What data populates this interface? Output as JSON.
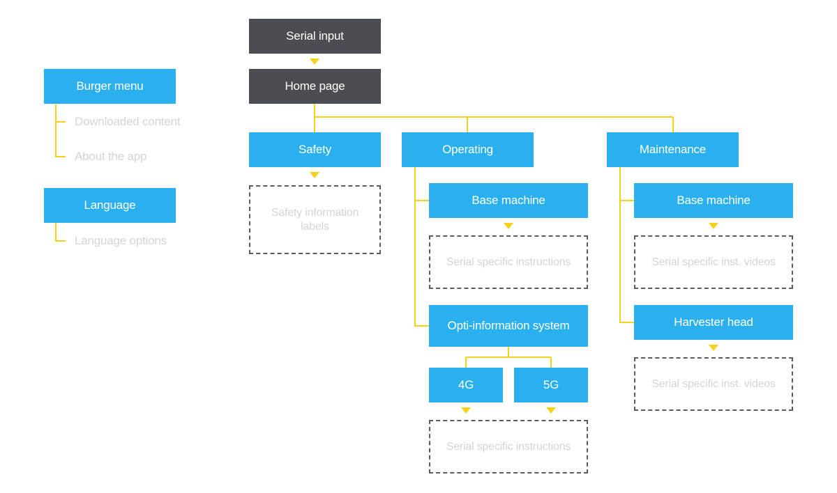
{
  "colors": {
    "dark_box": "#4a4e52",
    "blue_box": "#2ab0ee",
    "connector": "#f5d11a",
    "muted_text": "#d4d4d4",
    "dashed_border": "#5a5a5a"
  },
  "sidebar": {
    "burger_menu": {
      "label": "Burger menu",
      "children": [
        "Downloaded content",
        "About the app"
      ]
    },
    "language": {
      "label": "Language",
      "children": [
        "Language options"
      ]
    }
  },
  "flow": {
    "serial_input": "Serial input",
    "home_page": "Home page",
    "safety": {
      "label": "Safety",
      "content": "Safety information labels"
    },
    "operating": {
      "label": "Operating",
      "base_machine": {
        "label": "Base machine",
        "content": "Serial specific instructions"
      },
      "opti_information_system": {
        "label": "Opti-information system",
        "options": [
          "4G",
          "5G"
        ],
        "content": "Serial specific instructions"
      }
    },
    "maintenance": {
      "label": "Maintenance",
      "base_machine": {
        "label": "Base machine",
        "content": "Serial specific inst. videos"
      },
      "harvester_head": {
        "label": "Harvester head",
        "content": "Serial specific inst. videos"
      }
    }
  }
}
